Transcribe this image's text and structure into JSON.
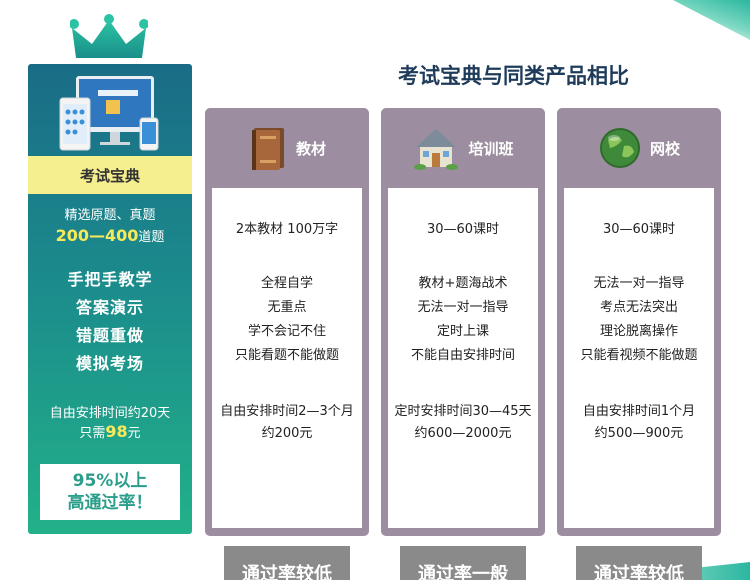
{
  "title": "考试宝典与同类产品相比",
  "left": {
    "badge": "考试宝典",
    "line1": "精选原题、真题",
    "range": "200—400",
    "range_suffix": "道题",
    "features": [
      "手把手教学",
      "答案演示",
      "错题重做",
      "模拟考场"
    ],
    "schedule": "自由安排时间约20天",
    "price_prefix": "只需",
    "price": "98",
    "price_suffix": "元",
    "pass1": "95%以上",
    "pass2": "高通过率！"
  },
  "cards": [
    {
      "icon": "book-icon",
      "label": "教材",
      "top": "2本教材   100万字",
      "points": [
        "全程自学",
        "无重点",
        "学不会记不住",
        "只能看题不能做题"
      ],
      "time1": "自由安排时间2—3个月",
      "time2": "约200元",
      "result": "通过率较低"
    },
    {
      "icon": "house-icon",
      "label": "培训班",
      "top": "30—60课时",
      "points": [
        "教材+题海战术",
        "无法一对一指导",
        "定时上课",
        "不能自由安排时间"
      ],
      "time1": "定时安排时间30—45天",
      "time2": "约600—2000元",
      "result": "通过率一般"
    },
    {
      "icon": "globe-icon",
      "label": "网校",
      "top": "30—60课时",
      "points": [
        "无法一对一指导",
        "考点无法突出",
        "理论脱离操作",
        "只能看视频不能做题"
      ],
      "time1": "自由安排时间1个月",
      "time2": "约500—900元",
      "result": "通过率较低"
    }
  ]
}
